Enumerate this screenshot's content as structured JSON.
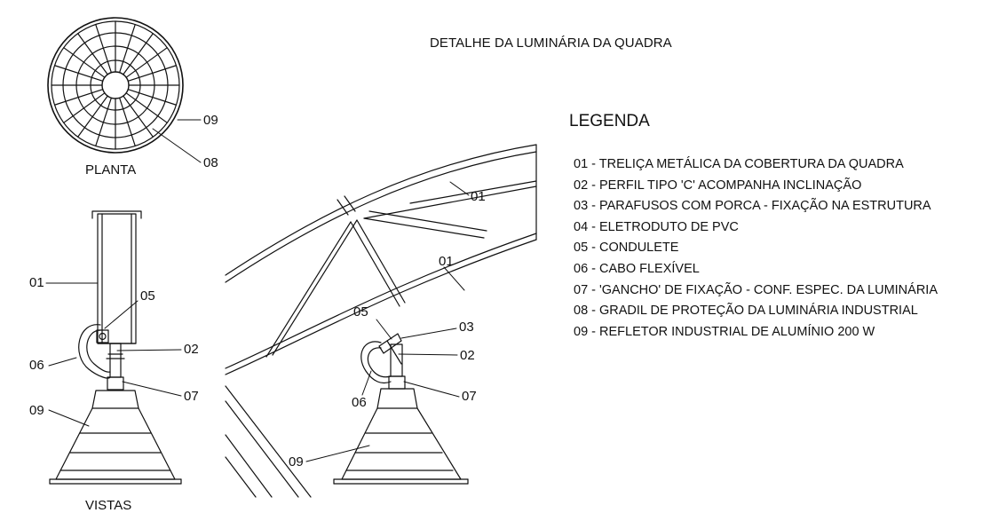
{
  "title": "DETALHE DA LUMINÁRIA DA QUADRA",
  "legend": {
    "heading": "LEGENDA",
    "items": [
      "01 - TRELIÇA METÁLICA DA COBERTURA DA QUADRA",
      "02 - PERFIL TIPO 'C'  ACOMPANHA INCLINAÇÃO",
      "03 - PARAFUSOS COM PORCA - FIXAÇÃO NA ESTRUTURA",
      "04 - ELETRODUTO DE PVC",
      "05 - CONDULETE",
      "06 - CABO FLEXÍVEL",
      "07 - 'GANCHO' DE FIXAÇÃO - CONF. ESPEC. DA LUMINÁRIA",
      "08 - GRADIL DE PROTEÇÃO DA LUMINÁRIA INDUSTRIAL",
      "09 - REFLETOR INDUSTRIAL DE ALUMÍNIO 200 W"
    ]
  },
  "plan_view": {
    "caption": "PLANTA",
    "labels": [
      "09",
      "08"
    ]
  },
  "side_view": {
    "caption": "VISTAS",
    "labels": [
      "01",
      "05",
      "02",
      "06",
      "07",
      "09"
    ]
  },
  "truss_view": {
    "labels": [
      "01",
      "01",
      "05",
      "03",
      "02",
      "06",
      "07",
      "09"
    ]
  }
}
